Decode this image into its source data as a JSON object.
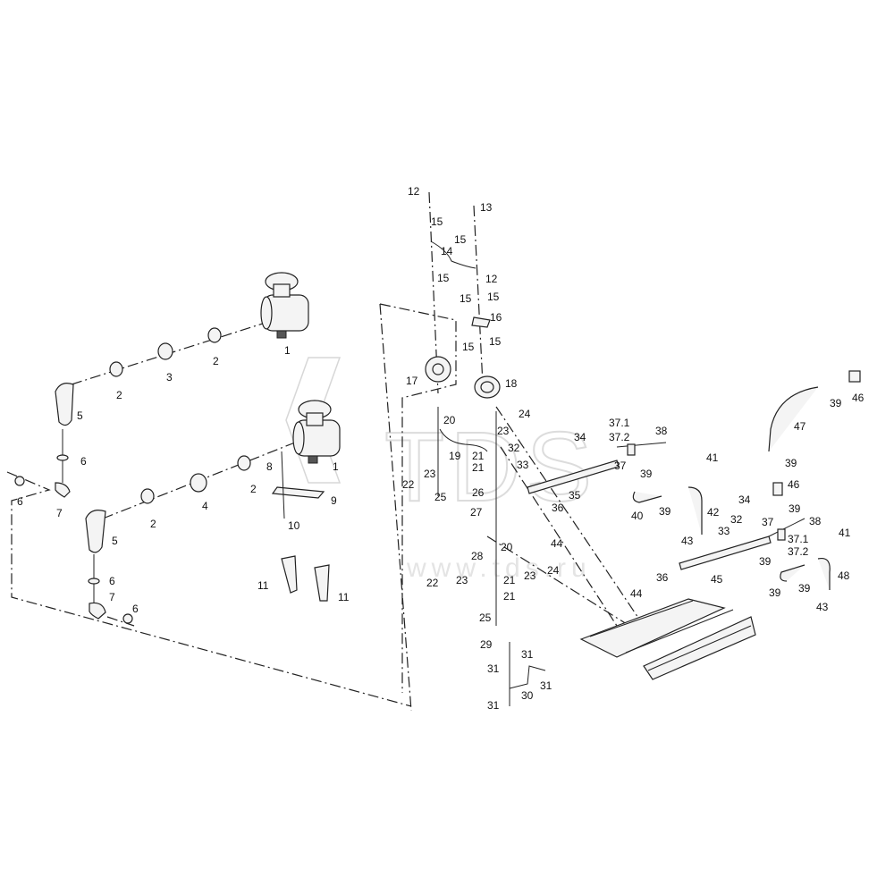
{
  "watermark": {
    "logo_text": "TDS",
    "url": "www.tds.ru"
  },
  "callouts": {
    "c1a": "1",
    "c1b": "1",
    "c2a": "2",
    "c2b": "2",
    "c2c": "2",
    "c2d": "2",
    "c3": "3",
    "c4": "4",
    "c5a": "5",
    "c5b": "5",
    "c6a": "6",
    "c6b": "6",
    "c6c": "6",
    "c6d": "6",
    "c7a": "7",
    "c7b": "7",
    "c8": "8",
    "c9": "9",
    "c10": "10",
    "c11a": "11",
    "c11b": "11",
    "c12a": "12",
    "c12b": "12",
    "c13": "13",
    "c14": "14",
    "c15a": "15",
    "c15b": "15",
    "c15c": "15",
    "c15d": "15",
    "c15e": "15",
    "c15f": "15",
    "c15g": "15",
    "c16": "16",
    "c17": "17",
    "c18": "18",
    "c19": "19",
    "c20a": "20",
    "c20b": "20",
    "c21a": "21",
    "c21b": "21",
    "c21c": "21",
    "c21d": "21",
    "c22a": "22",
    "c22b": "22",
    "c23a": "23",
    "c23b": "23",
    "c23c": "23",
    "c23d": "23",
    "c24a": "24",
    "c24b": "24",
    "c25a": "25",
    "c25b": "25",
    "c26": "26",
    "c27": "27",
    "c28": "28",
    "c29": "29",
    "c30": "30",
    "c31a": "31",
    "c31b": "31",
    "c31c": "31",
    "c31d": "31",
    "c32a": "32",
    "c32b": "32",
    "c33a": "33",
    "c33b": "33",
    "c34a": "34",
    "c34b": "34",
    "c35": "35",
    "c36a": "36",
    "c36b": "36",
    "c37a": "37",
    "c37b": "37",
    "c371a": "37.1",
    "c372a": "37.2",
    "c371b": "37.1",
    "c372b": "37.2",
    "c38a": "38",
    "c38b": "38",
    "c39a": "39",
    "c39b": "39",
    "c39c": "39",
    "c39d": "39",
    "c39e": "39",
    "c39f": "39",
    "c39g": "39",
    "c39h": "39",
    "c40": "40",
    "c41a": "41",
    "c41b": "41",
    "c42": "42",
    "c43a": "43",
    "c43b": "43",
    "c44a": "44",
    "c44b": "44",
    "c45": "45",
    "c46a": "46",
    "c46b": "46",
    "c47": "47",
    "c48": "48"
  }
}
